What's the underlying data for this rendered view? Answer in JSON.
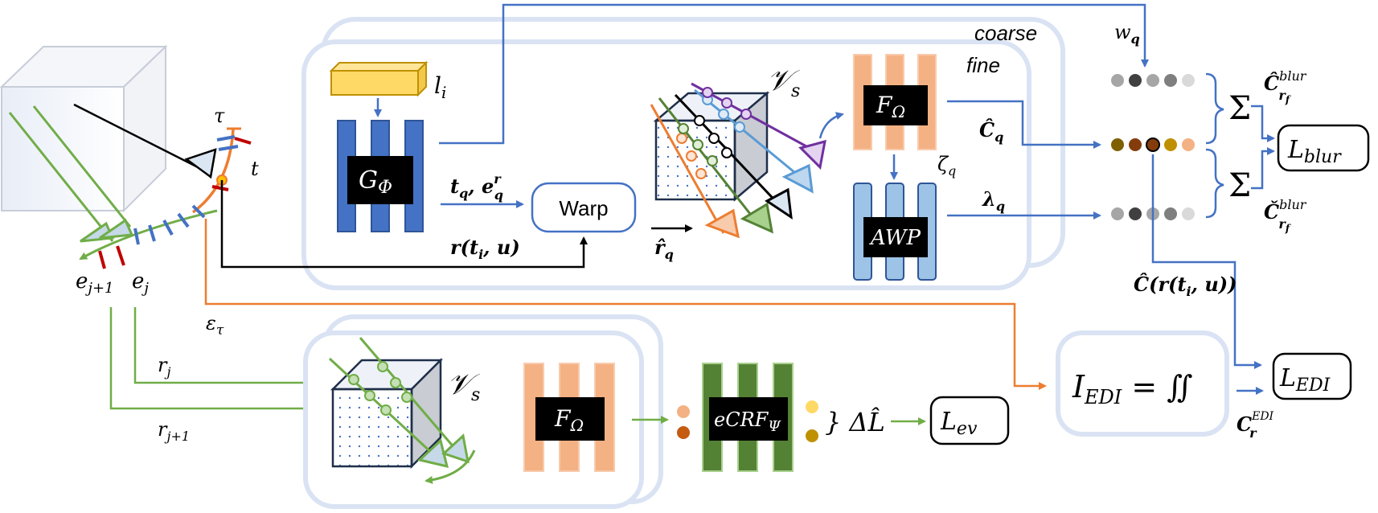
{
  "labels": {
    "coarse": "coarse",
    "fine": "fine",
    "l_i": "l",
    "l_i_sub": "i",
    "G_phi": "G",
    "G_phi_sub": "Φ",
    "tq_eq": "t",
    "tq_sub": "q",
    "eq_main": ", e",
    "eq_sup": "r",
    "eq_sub": "q",
    "warp": "Warp",
    "r_tu": "r(t",
    "r_tu_sub": "i",
    "r_tu_end": ", u)",
    "r_hat": "r̂",
    "r_hat_sub": "q",
    "V_s_top": "𝒱",
    "V_s_top_sub": "s",
    "F_omega_top": "F",
    "F_omega_top_sub": "Ω",
    "awp": "AWP",
    "zeta": "ζ",
    "zeta_sub": "q",
    "c_hat": "Ĉ",
    "c_hat_sub": "q",
    "lambda": "λ",
    "lambda_sub": "q",
    "w": "w",
    "w_sub": "q",
    "sigma_top": "Σ",
    "sigma_bot": "Σ",
    "c_blur_top": "Ĉ",
    "c_blur_top_sup": "blur",
    "c_blur_top_sub": "r",
    "c_blur_top_subsub": "f",
    "c_blur_bot": "Č",
    "c_blur_bot_sup": "blur",
    "c_blur_bot_sub": "r",
    "c_blur_bot_subsub": "f",
    "l_blur": "L",
    "l_blur_sub": "blur",
    "c_r_tu": "Ĉ(r(t",
    "c_r_tu_sub": "i",
    "c_r_tu_end": ", u))",
    "l_edi": "L",
    "l_edi_sub": "EDI",
    "i_edi": "I",
    "i_edi_sub": "EDI",
    "i_edi_eq": " = ∬",
    "c_edi": "C",
    "c_edi_sup": "EDI",
    "c_edi_sub": "r",
    "tau": "τ",
    "t": "t",
    "e_j1": "e",
    "e_j1_sub": "j+1",
    "e_j": "e",
    "e_j_sub": "j",
    "eps_tau": "ε",
    "eps_tau_sub": "τ",
    "r_j": "r",
    "r_j_sub": "j",
    "r_j1": "r",
    "r_j1_sub": "j+1",
    "V_s_bot": "𝒱",
    "V_s_bot_sub": "s",
    "F_omega_bot": "F",
    "F_omega_bot_sub": "Ω",
    "ecrf": "eCRF",
    "ecrf_sub": "Ψ",
    "delta_L": "} ΔL̂",
    "l_ev": "L",
    "l_ev_sub": "ev"
  },
  "colors": {
    "blue": "#4472c4",
    "panel": "#dae3f3",
    "green": "#70ad47",
    "orange": "#ed7d31",
    "salmon": "#f4b183",
    "darkgreen": "#548235",
    "yellow": "#ffd966",
    "purple": "#7030a0",
    "black": "#000000"
  }
}
